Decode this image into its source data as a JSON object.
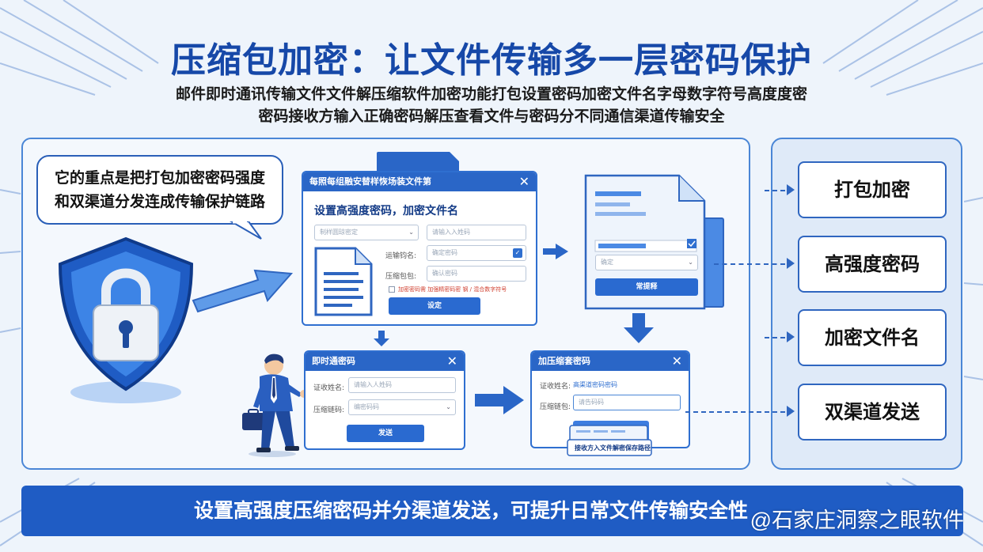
{
  "title": "压缩包加密：让文件传输多一层密码保护",
  "subtitle_line1": "邮件即时通讯传输文件文件解压缩软件加密功能打包设置密码加密文件名字母数字符号高度度密",
  "subtitle_line2": "密码接收方输入正确密码解压查看文件与密码分不同通信渠道传输安全",
  "bubble_text_line1": "它的重点是把打包加密密码强度",
  "bubble_text_line2": "和双渠道分发连成传输保护链路",
  "steps": [
    "打包加密",
    "高强度密码",
    "加密文件名",
    "双渠道发送"
  ],
  "window_main": {
    "header": "每照每组融安替样恢场装文件第",
    "heading": "设置高强度密码，加密文件名",
    "field_select_placeholder": "制样圆琼密定",
    "field_right_placeholder": "请输入入姓码",
    "label_encrypt": "运输钧名:",
    "field_encrypt_placeholder": "确定密码",
    "label_compress": "压缩包包:",
    "field_compress_placeholder": "确认密码",
    "checkbox_text": "加密密码需 加强精密码密 钢 / 混合数字符号",
    "button": "设定"
  },
  "window_doc": {
    "field_placeholder": "确定",
    "button": "常提释"
  },
  "window_left_bottom": {
    "header": "即时通密码",
    "label_1": "证收姓名:",
    "field_1_placeholder": "请输入人姓码",
    "label_2": "压缩链码:",
    "field_2_placeholder": "编密码码",
    "button": "发送"
  },
  "window_right_bottom": {
    "header": "加压缩套密码",
    "label_1": "证收姓名:",
    "field_1_value": "高渠道密码密码",
    "label_2": "压缩链包:",
    "field_2_placeholder": "请告码码",
    "card_text": "接收方入文件解密保存路径"
  },
  "bottom_banner": "设置高强度压缩密码并分渠道发送，可提升日常文件传输安全性",
  "watermark": "@石家庄洞察之眼软件",
  "colors": {
    "accent": "#1f5cc4",
    "title": "#1648a8",
    "panel_border": "#4a86d6"
  }
}
